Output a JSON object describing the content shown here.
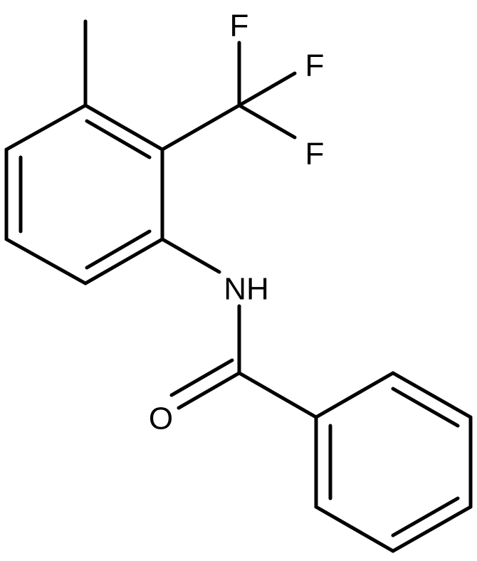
{
  "molecule": {
    "atoms": {
      "f_top": "F",
      "f_right": "F",
      "f_bottom": "F",
      "nh": "NH",
      "o": "O"
    }
  }
}
